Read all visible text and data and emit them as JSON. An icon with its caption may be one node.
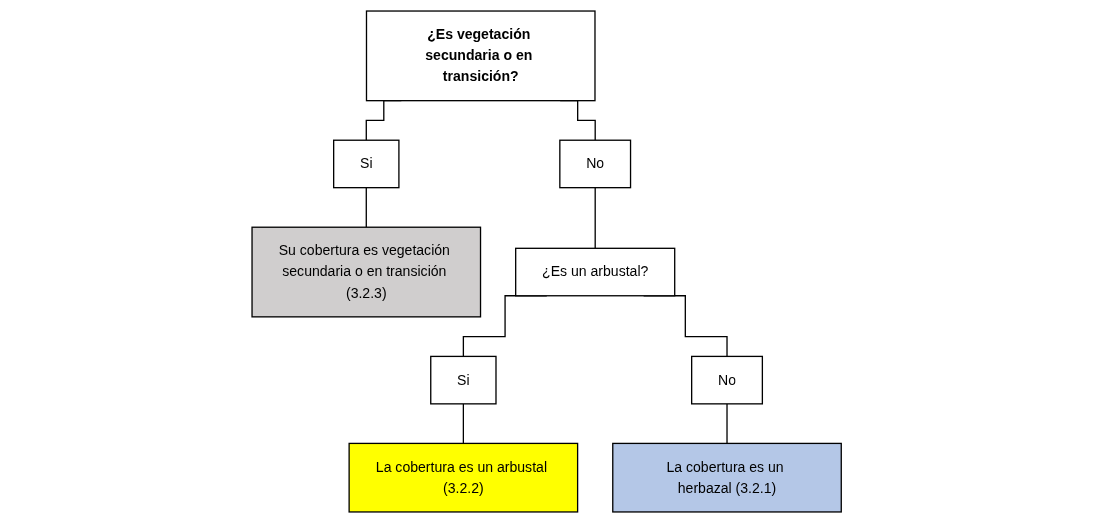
{
  "diagram": {
    "nodes": [
      {
        "text": [
          "¿Es vegetación secundaria o en transición?"
        ]
      },
      {
        "text": [
          "Si"
        ]
      },
      {
        "text": [
          "No"
        ]
      },
      {
        "text": [
          "Su cobertura es vegetación secundaria o en transición (3.2.3)"
        ]
      },
      {
        "text": [
          "¿Es un arbustal?"
        ]
      },
      {
        "text": [
          "Si"
        ]
      },
      {
        "text": [
          "No"
        ]
      },
      {
        "text": [
          "La cobertura es un arbustal (3.2.2)"
        ]
      },
      {
        "text": [
          "La cobertura es un herbazal (3.2.1)"
        ]
      }
    ],
    "edges": [
      {
        "from": 0,
        "to": 1,
        "arrow": "none"
      },
      {
        "from": 0,
        "to": 2,
        "arrow": "none"
      },
      {
        "from": 1,
        "to": 3,
        "arrow": "none"
      },
      {
        "from": 2,
        "to": 4,
        "arrow": "none"
      },
      {
        "from": 4,
        "to": 5,
        "arrow": "none"
      },
      {
        "from": 4,
        "to": 6,
        "arrow": "none"
      },
      {
        "from": 5,
        "to": 7,
        "arrow": "none"
      },
      {
        "from": 6,
        "to": 8,
        "arrow": "none"
      }
    ]
  }
}
